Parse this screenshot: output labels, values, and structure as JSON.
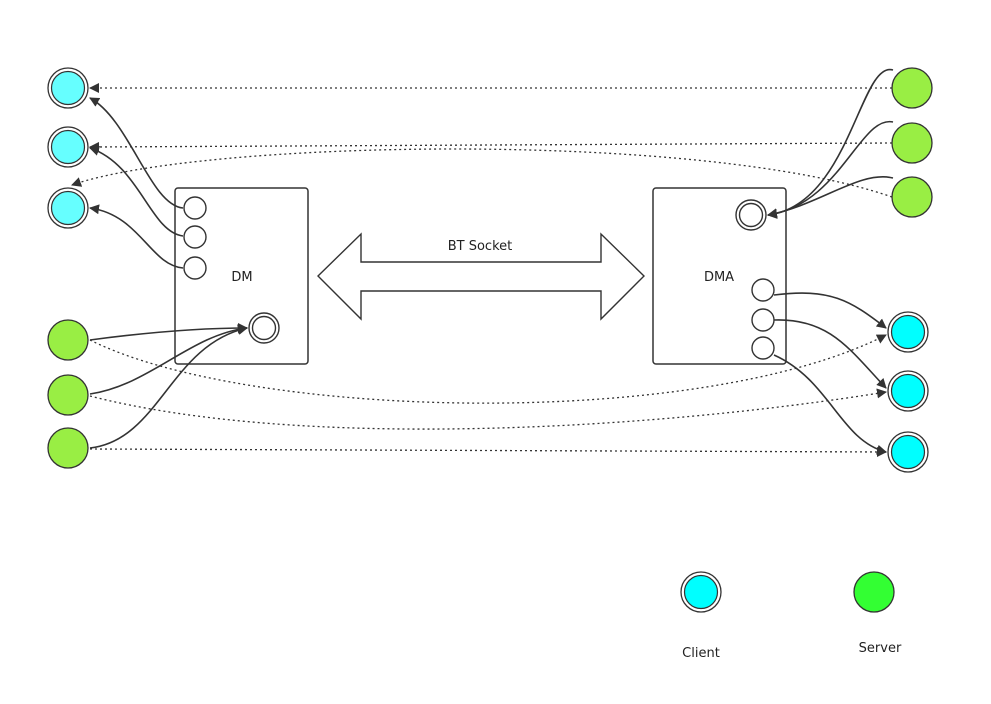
{
  "diagram": {
    "dm_label": "DM",
    "dma_label": "DMA",
    "link_label": "BT Socket",
    "legend": {
      "client_label": "Client",
      "server_label": "Server"
    }
  },
  "colors": {
    "client": "#66FFFF",
    "server_node": "#99EE44",
    "server_legend": "#33FF33",
    "stroke": "#333333"
  }
}
